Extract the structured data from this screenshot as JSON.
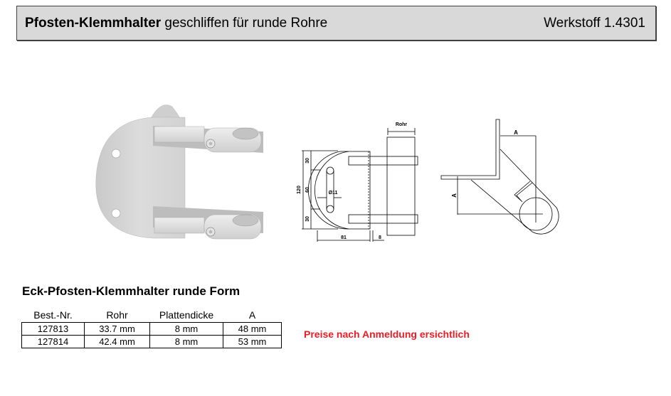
{
  "header": {
    "title_bold": "Pfosten-Klemmhalter",
    "title_rest": " geschliffen für runde Rohre",
    "material": "Werkstoff 1.4301"
  },
  "drawing_front": {
    "pipe_label": "Rohr",
    "dim_total_height": "120",
    "dim_top": "30",
    "dim_middle": "60",
    "dim_bottom": "30",
    "dim_hole": "Ø11",
    "dim_width": "81",
    "dim_thickness": "8"
  },
  "drawing_top": {
    "dim_a_horizontal": "A",
    "dim_a_vertical": "A"
  },
  "section": {
    "title": "Eck-Pfosten-Klemmhalter runde Form"
  },
  "table": {
    "headers": [
      "Best.-Nr.",
      "Rohr",
      "Plattendicke",
      "A"
    ],
    "rows": [
      [
        "127813",
        "33.7 mm",
        "8 mm",
        "48 mm"
      ],
      [
        "127814",
        "42.4 mm",
        "8 mm",
        "53 mm"
      ]
    ]
  },
  "price_note": "Preise nach Anmeldung ersichtlich",
  "colors": {
    "header_bg": "#d9d9d9",
    "price_note": "#ee1c25"
  }
}
